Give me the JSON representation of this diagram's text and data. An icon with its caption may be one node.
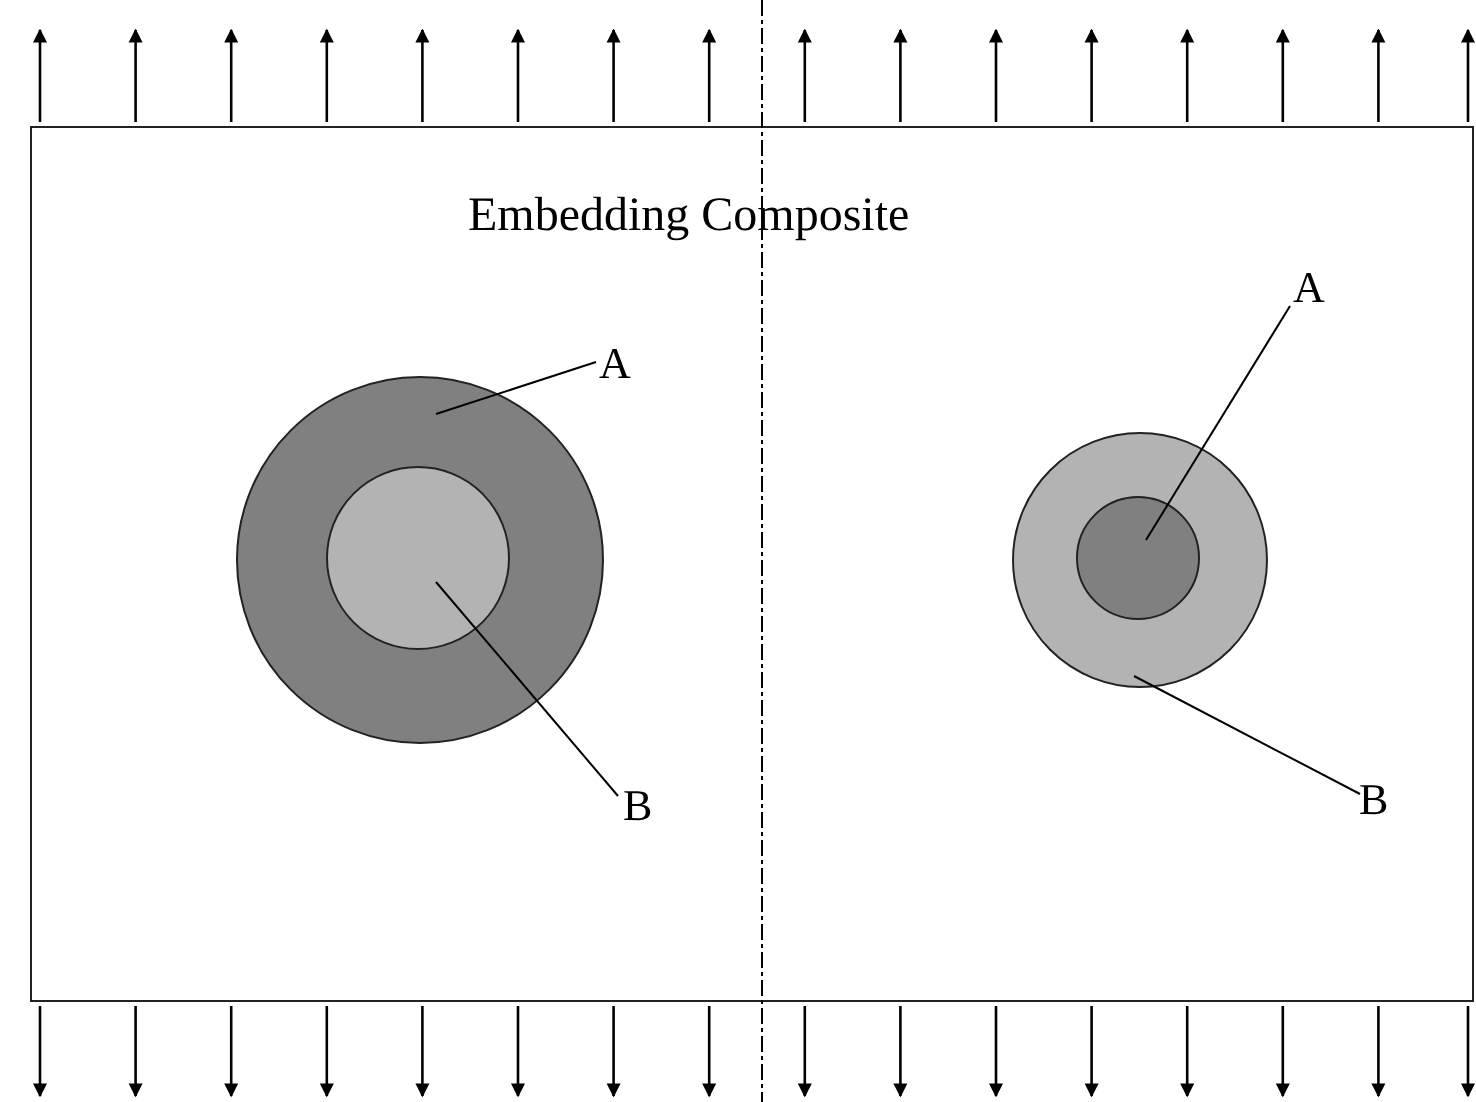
{
  "diagram": {
    "nodes": [
      {
        "text": [
          "Embedding Composite"
        ]
      },
      {
        "text": [],
        "shape": "circle",
        "in": 0
      },
      {
        "text": [],
        "shape": "circle",
        "in": 1
      },
      {
        "text": [
          "A"
        ],
        "in": 0
      },
      {
        "text": [
          "B"
        ],
        "in": 0
      },
      {
        "text": [],
        "shape": "circle",
        "in": 0
      },
      {
        "text": [],
        "shape": "circle",
        "in": 5
      },
      {
        "text": [
          "A"
        ],
        "in": 0
      },
      {
        "text": [
          "B"
        ],
        "in": 0
      }
    ],
    "edges": [
      {
        "from": 3,
        "to": 1,
        "arrow": "none"
      },
      {
        "from": 4,
        "to": 2,
        "arrow": "none"
      },
      {
        "from": 7,
        "to": 6,
        "arrow": "none"
      },
      {
        "from": 8,
        "to": 5,
        "arrow": "none"
      }
    ]
  }
}
